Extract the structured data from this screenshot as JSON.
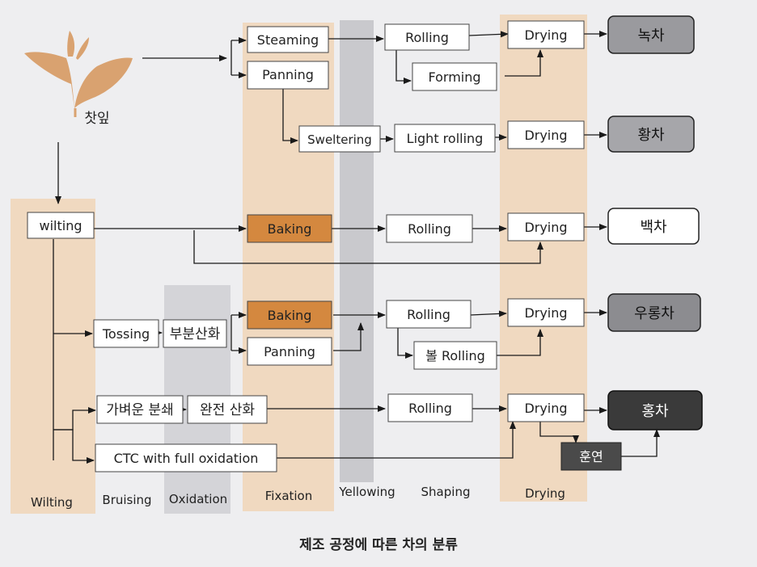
{
  "leaf_label": "찻잎",
  "caption": "제조 공정에 따른 차의 분류",
  "stages": [
    "Wilting",
    "Bruising",
    "Oxidation",
    "Fixation",
    "Yellowing",
    "Shaping",
    "Drying"
  ],
  "nodes": {
    "steaming": "Steaming",
    "panning_green": "Panning",
    "rolling_green": "Rolling",
    "forming": "Forming",
    "drying_green": "Drying",
    "green_tea": "녹차",
    "sweltering": "Sweltering",
    "light_rolling": "Light rolling",
    "drying_yellow": "Drying",
    "yellow_tea": "황차",
    "wilting": "wilting",
    "baking_white": "Baking",
    "rolling_white": "Rolling",
    "drying_white": "Drying",
    "white_tea": "백차",
    "tossing": "Tossing",
    "partial_oxidation": "부분산화",
    "baking_oolong": "Baking",
    "panning_oolong": "Panning",
    "rolling_oolong": "Rolling",
    "ball_rolling": "볼 Rolling",
    "drying_oolong": "Drying",
    "oolong_tea": "우롱차",
    "light_crushing": "가벼운 분쇄",
    "full_oxidation": "완전 산화",
    "rolling_black": "Rolling",
    "drying_black": "Drying",
    "black_tea": "홍차",
    "ctc": "CTC with full oxidation",
    "smoking": "훈연"
  },
  "colors": {
    "background": "#eeeef0",
    "stage_band": "#f0d9c0",
    "oxidation_band": "#d4d4d8",
    "yellowing_band": "#c9c9cd",
    "baking_fill": "#d4883f",
    "green_tea_fill": "#9a9a9e",
    "yellow_tea_fill": "#a6a6aa",
    "white_tea_fill": "#ffffff",
    "oolong_tea_fill": "#8c8c90",
    "black_tea_fill": "#3a3a3a",
    "smoking_fill": "#4a4a4a",
    "leaf": "#d9a270"
  }
}
